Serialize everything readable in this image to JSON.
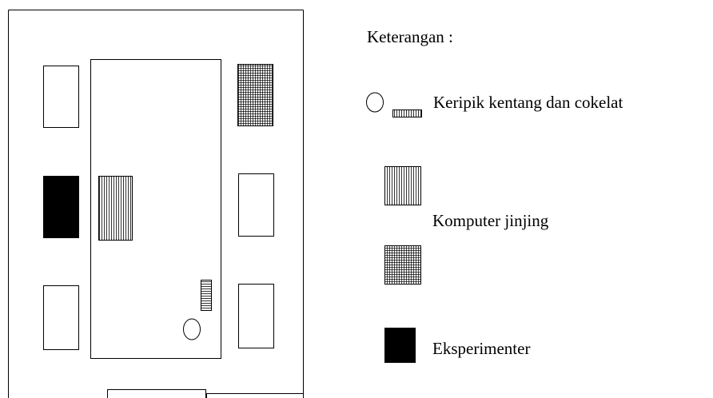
{
  "legend": {
    "title": "Keterangan :",
    "items": [
      {
        "symbol": "circle-and-small-striped-rectangle",
        "label": "Keripik kentang dan cokelat"
      },
      {
        "symbol": "vertical-striped-rectangle",
        "label": ""
      },
      {
        "symbol": "grid-rectangle",
        "label": "Komputer jinjing"
      },
      {
        "symbol": "black-rectangle",
        "label": "Eksperimenter"
      }
    ]
  },
  "colors": {
    "stroke": "#000000",
    "experimenter_fill": "#000000",
    "background": "#ffffff"
  }
}
